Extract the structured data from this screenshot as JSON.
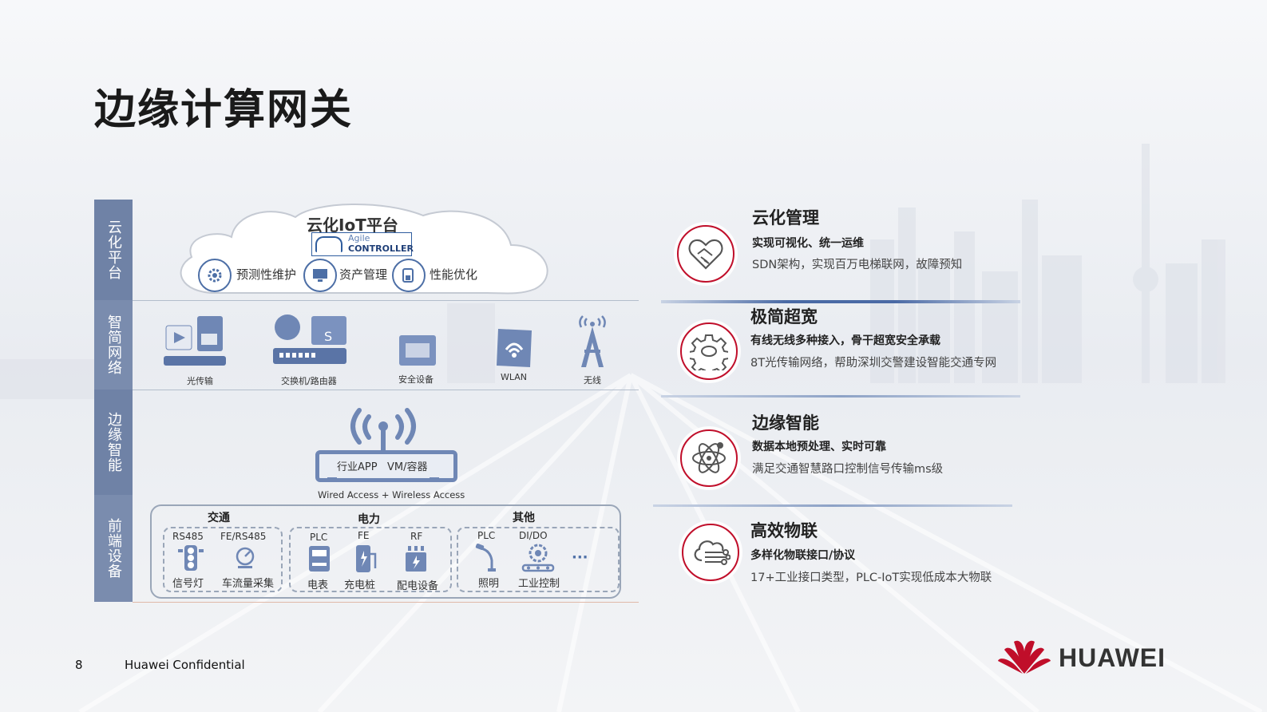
{
  "title": "边缘计算网关",
  "sidebar": [
    "云化平台",
    "智简网络",
    "边缘智能",
    "前端设备"
  ],
  "cloud": {
    "title": "云化IoT平台",
    "logo_line1": "Agile",
    "logo_line2": "CONTROLLER",
    "items": [
      "预测性维护",
      "资产管理",
      "性能优化"
    ]
  },
  "network": [
    "光传输",
    "交换机/路由器",
    "安全设备",
    "WLAN",
    "无线"
  ],
  "edge": {
    "box_label": "行业APP   VM/容器",
    "caption": "Wired Access + Wireless Access"
  },
  "devices": {
    "groups": [
      {
        "title": "交通",
        "protocols": [
          "RS485",
          "FE/RS485"
        ],
        "items": [
          "信号灯",
          "车流量采集"
        ]
      },
      {
        "title": "电力",
        "protocols": [
          "PLC",
          "FE",
          "RF"
        ],
        "items": [
          "电表",
          "充电桩",
          "配电设备"
        ]
      },
      {
        "title": "其他",
        "protocols": [
          "PLC",
          "DI/DO"
        ],
        "items": [
          "照明",
          "工业控制"
        ]
      }
    ],
    "more": "···"
  },
  "features": [
    {
      "title": "云化管理",
      "subtitle": "实现可视化、统一运维",
      "desc": "SDN架构，实现百万电梯联网，故障预知",
      "icon": "handshake-heart-icon"
    },
    {
      "title": "极简超宽",
      "subtitle": "有线无线多种接入，骨干超宽安全承载",
      "desc": "8T光传输网络，帮助深圳交警建设智能交通专网",
      "icon": "gear-icon"
    },
    {
      "title": "边缘智能",
      "subtitle": "数据本地预处理、实时可靠",
      "desc": "满足交通智慧路口控制信号传输ms级",
      "icon": "atom-icon"
    },
    {
      "title": "高效物联",
      "subtitle": "多样化物联接口/协议",
      "desc": "17+工业接口类型，PLC-IoT实现低成本大物联",
      "icon": "cloud-iot-icon"
    }
  ],
  "footer": {
    "page": "8",
    "confidential": "Huawei Confidential",
    "brand": "HUAWEI"
  },
  "colors": {
    "accent_red": "#c00e2a",
    "sidebar_blue": "#6f82a6",
    "icon_blue": "#4d6fa6",
    "separator_blue": "#4a6aa5"
  }
}
